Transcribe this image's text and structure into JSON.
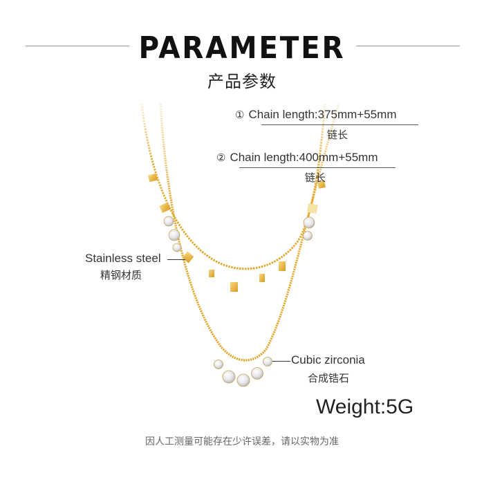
{
  "header": {
    "title": "PARAMETER",
    "subtitle": "产品参数"
  },
  "specs": [
    {
      "number": "①",
      "label": "Chain length:375mm+55mm",
      "label_cn": "链长"
    },
    {
      "number": "②",
      "label": "Chain length:400mm+55mm",
      "label_cn": "链长"
    }
  ],
  "callouts": {
    "material": {
      "label": "Stainless steel",
      "label_cn": "精钢材质"
    },
    "stone": {
      "label": "Cubic zirconia",
      "label_cn": "合成锆石"
    }
  },
  "weight": "Weight:5G",
  "footnote": "因人工测量可能存在少许误差，请以实物为准",
  "colors": {
    "gold": "#e2a62b",
    "gold_light": "#f3cf73",
    "crystal": "#e9e9ee",
    "line": "#9a9a9a"
  }
}
